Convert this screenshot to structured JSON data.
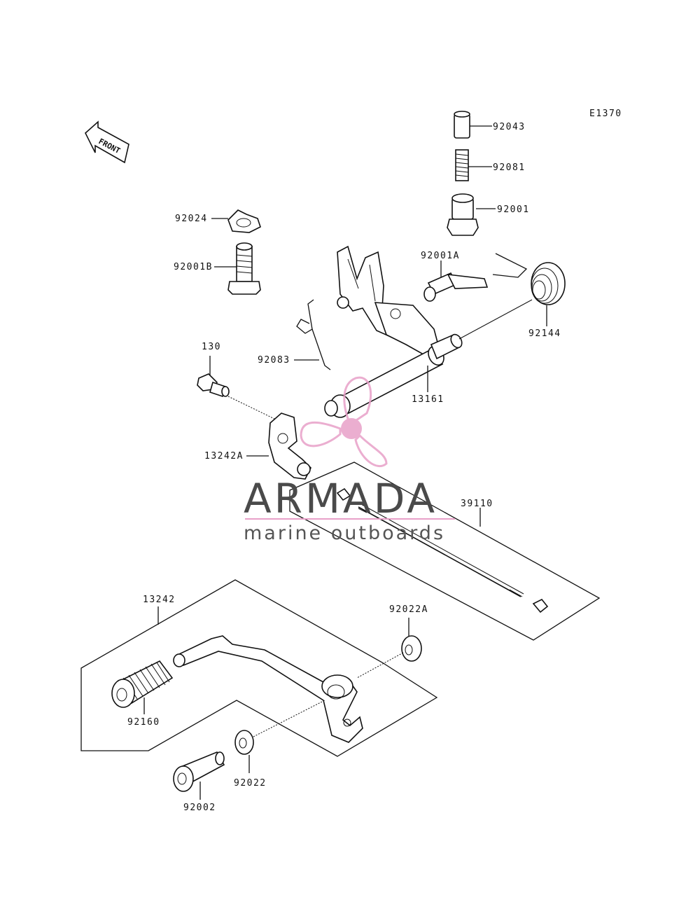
{
  "diagram": {
    "code": "E1370",
    "front_label": "FRONT",
    "parts": {
      "p92043": "92043",
      "p92081": "92081",
      "p92001": "92001",
      "p92024": "92024",
      "p92001B": "92001B",
      "p92001A": "92001A",
      "p92144": "92144",
      "p130": "130",
      "p92083": "92083",
      "p13161": "13161",
      "p13242A": "13242A",
      "p39110": "39110",
      "p13242": "13242",
      "p92022A": "92022A",
      "p92160": "92160",
      "p92022": "92022",
      "p92002": "92002"
    }
  },
  "watermark": {
    "brand": "ARMADA",
    "tagline": "marine outboards",
    "accent_color": "#e8a0c8",
    "text_color": "#4a4a4a"
  }
}
